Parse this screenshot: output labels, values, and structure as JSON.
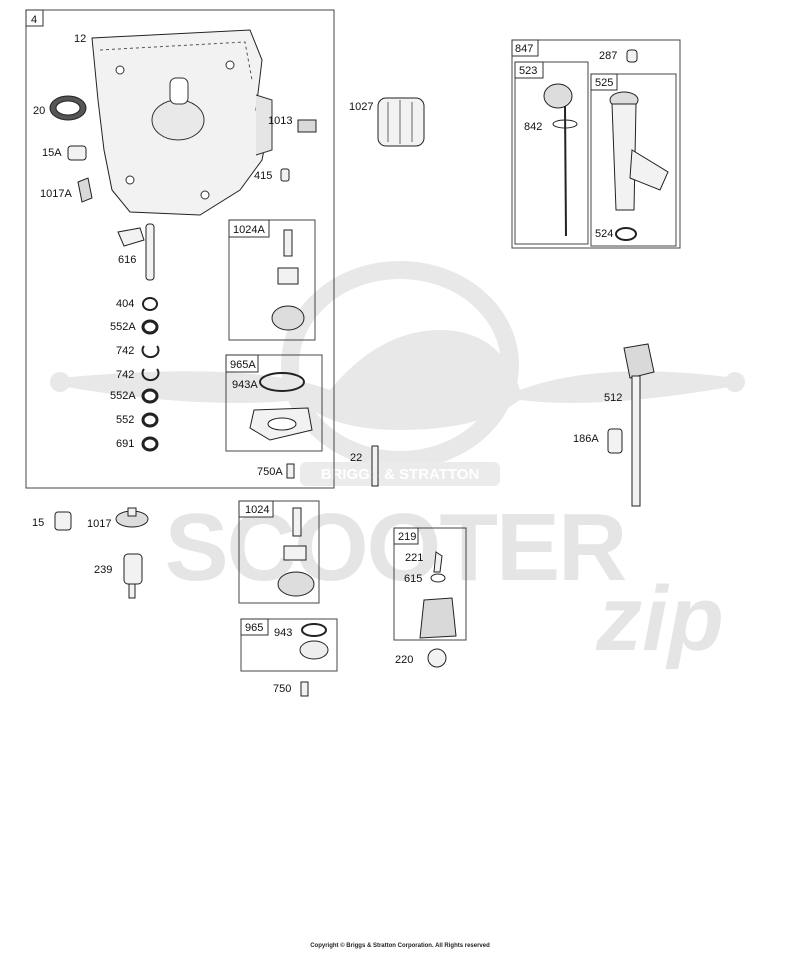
{
  "watermark": {
    "brand": "BRIGGS & STRATTON",
    "word": "SCOOTER",
    "script": "zip"
  },
  "boxes": [
    {
      "tag": "4"
    },
    {
      "tag": "1024A"
    },
    {
      "tag": "965A"
    },
    {
      "tag": "847"
    },
    {
      "tag": "523"
    },
    {
      "tag": "525"
    },
    {
      "tag": "1024"
    },
    {
      "tag": "965"
    },
    {
      "tag": "219"
    }
  ],
  "callouts": [
    "12",
    "20",
    "15A",
    "1017A",
    "1013",
    "415",
    "616",
    "404",
    "552A",
    "742",
    "742",
    "552A",
    "552",
    "691",
    "943A",
    "750A",
    "1027",
    "287",
    "842",
    "524",
    "512",
    "186A",
    "22",
    "15",
    "1017",
    "239",
    "943",
    "221",
    "615",
    "220",
    "750"
  ],
  "copyright": "Copyright © Briggs & Stratton Corporation. All Rights reserved"
}
